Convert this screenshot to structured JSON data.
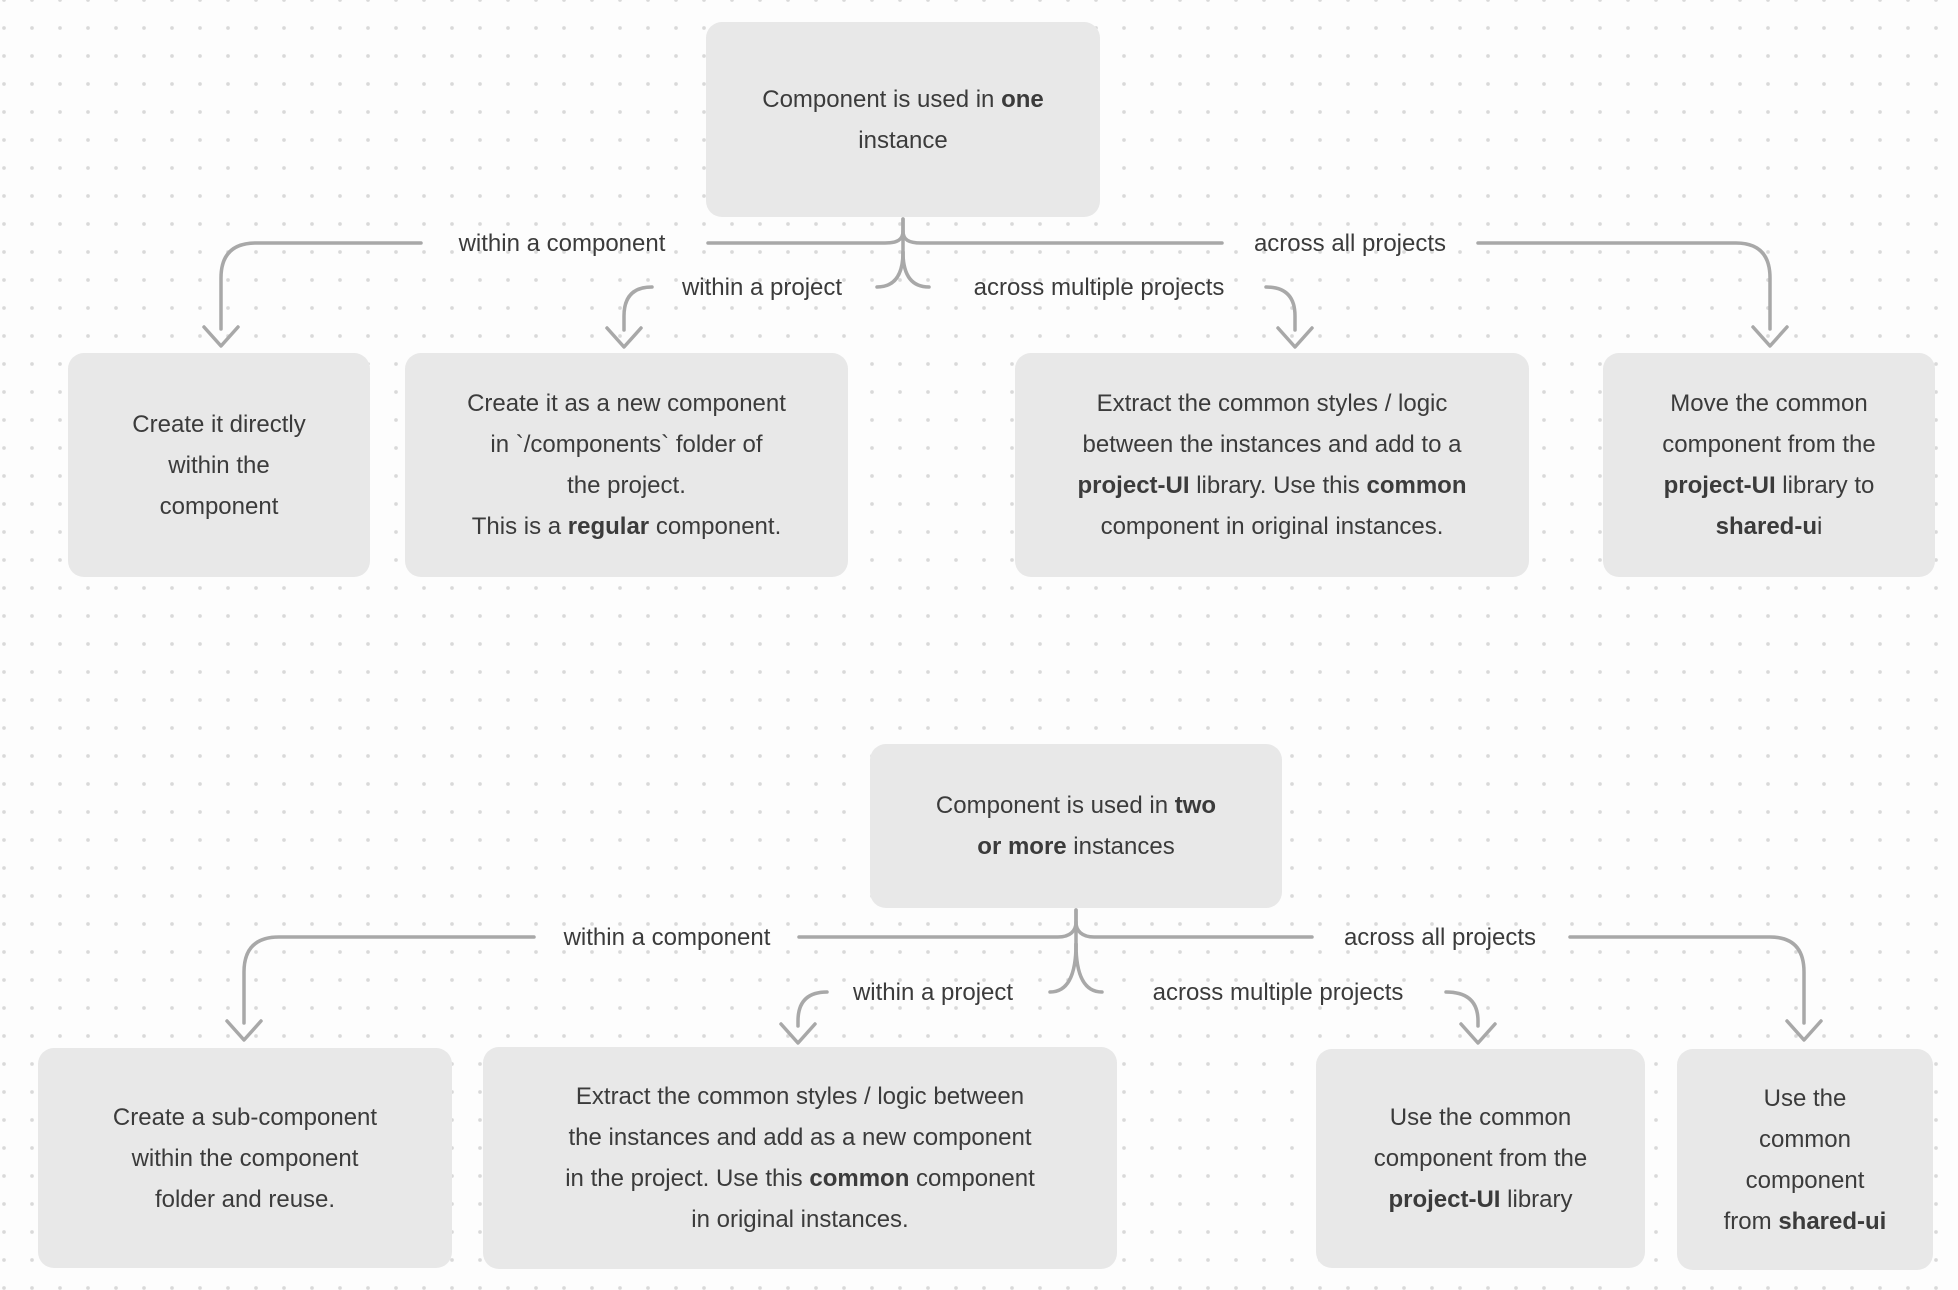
{
  "diagram": {
    "colors": {
      "background": "#fdfdfd",
      "dot": "#d9d9d9",
      "box_fill": "#e8e8e8",
      "text": "#3b3b3b",
      "line": "#a8a8a8"
    },
    "trees": [
      {
        "id": "one-instance",
        "root": {
          "lines": [
            [
              "Component is used in ",
              {
                "t": "one",
                "b": true
              }
            ],
            [
              "instance"
            ]
          ]
        },
        "branches": [
          {
            "label": "within a component",
            "target": {
              "lines": [
                [
                  "Create it directly"
                ],
                [
                  "within the"
                ],
                [
                  "component"
                ]
              ]
            }
          },
          {
            "label": "within a project",
            "target": {
              "lines": [
                [
                  "Create it as a new component"
                ],
                [
                  "in `/components` folder of"
                ],
                [
                  "the project."
                ],
                [
                  "This is a ",
                  {
                    "t": "regular",
                    "b": true
                  },
                  " component."
                ]
              ]
            }
          },
          {
            "label": "across multiple projects",
            "target": {
              "lines": [
                [
                  "Extract the common styles / logic"
                ],
                [
                  "between the instances and add to a"
                ],
                [
                  {
                    "t": "project-UI",
                    "b": true
                  },
                  " library. Use this ",
                  {
                    "t": "common",
                    "b": true
                  }
                ],
                [
                  "component in original instances."
                ]
              ]
            }
          },
          {
            "label": "across all projects",
            "target": {
              "lines": [
                [
                  "Move the common"
                ],
                [
                  "component from the"
                ],
                [
                  {
                    "t": "project-UI",
                    "b": true
                  },
                  " library to"
                ],
                [
                  {
                    "t": "shared-u",
                    "b": true
                  },
                  "i"
                ]
              ]
            }
          }
        ]
      },
      {
        "id": "two-or-more-instances",
        "root": {
          "lines": [
            [
              "Component is used in ",
              {
                "t": "two",
                "b": true
              }
            ],
            [
              {
                "t": "or more",
                "b": true
              },
              " instances"
            ]
          ]
        },
        "branches": [
          {
            "label": "within a component",
            "target": {
              "lines": [
                [
                  "Create a sub-component"
                ],
                [
                  "within the component"
                ],
                [
                  "folder and reuse."
                ]
              ]
            }
          },
          {
            "label": "within a project",
            "target": {
              "lines": [
                [
                  "Extract the common styles / logic between"
                ],
                [
                  "the instances and add as a new component"
                ],
                [
                  "in the project. Use this ",
                  {
                    "t": "common",
                    "b": true
                  },
                  " component"
                ],
                [
                  "in original instances."
                ]
              ]
            }
          },
          {
            "label": "across multiple projects",
            "target": {
              "lines": [
                [
                  "Use the common"
                ],
                [
                  "component from the"
                ],
                [
                  {
                    "t": "project-UI",
                    "b": true
                  },
                  " library"
                ]
              ]
            }
          },
          {
            "label": "across all projects",
            "target": {
              "lines": [
                [
                  "Use the"
                ],
                [
                  "common"
                ],
                [
                  "component"
                ],
                [
                  "from ",
                  {
                    "t": "shared-ui",
                    "b": true
                  }
                ]
              ]
            }
          }
        ]
      }
    ]
  }
}
